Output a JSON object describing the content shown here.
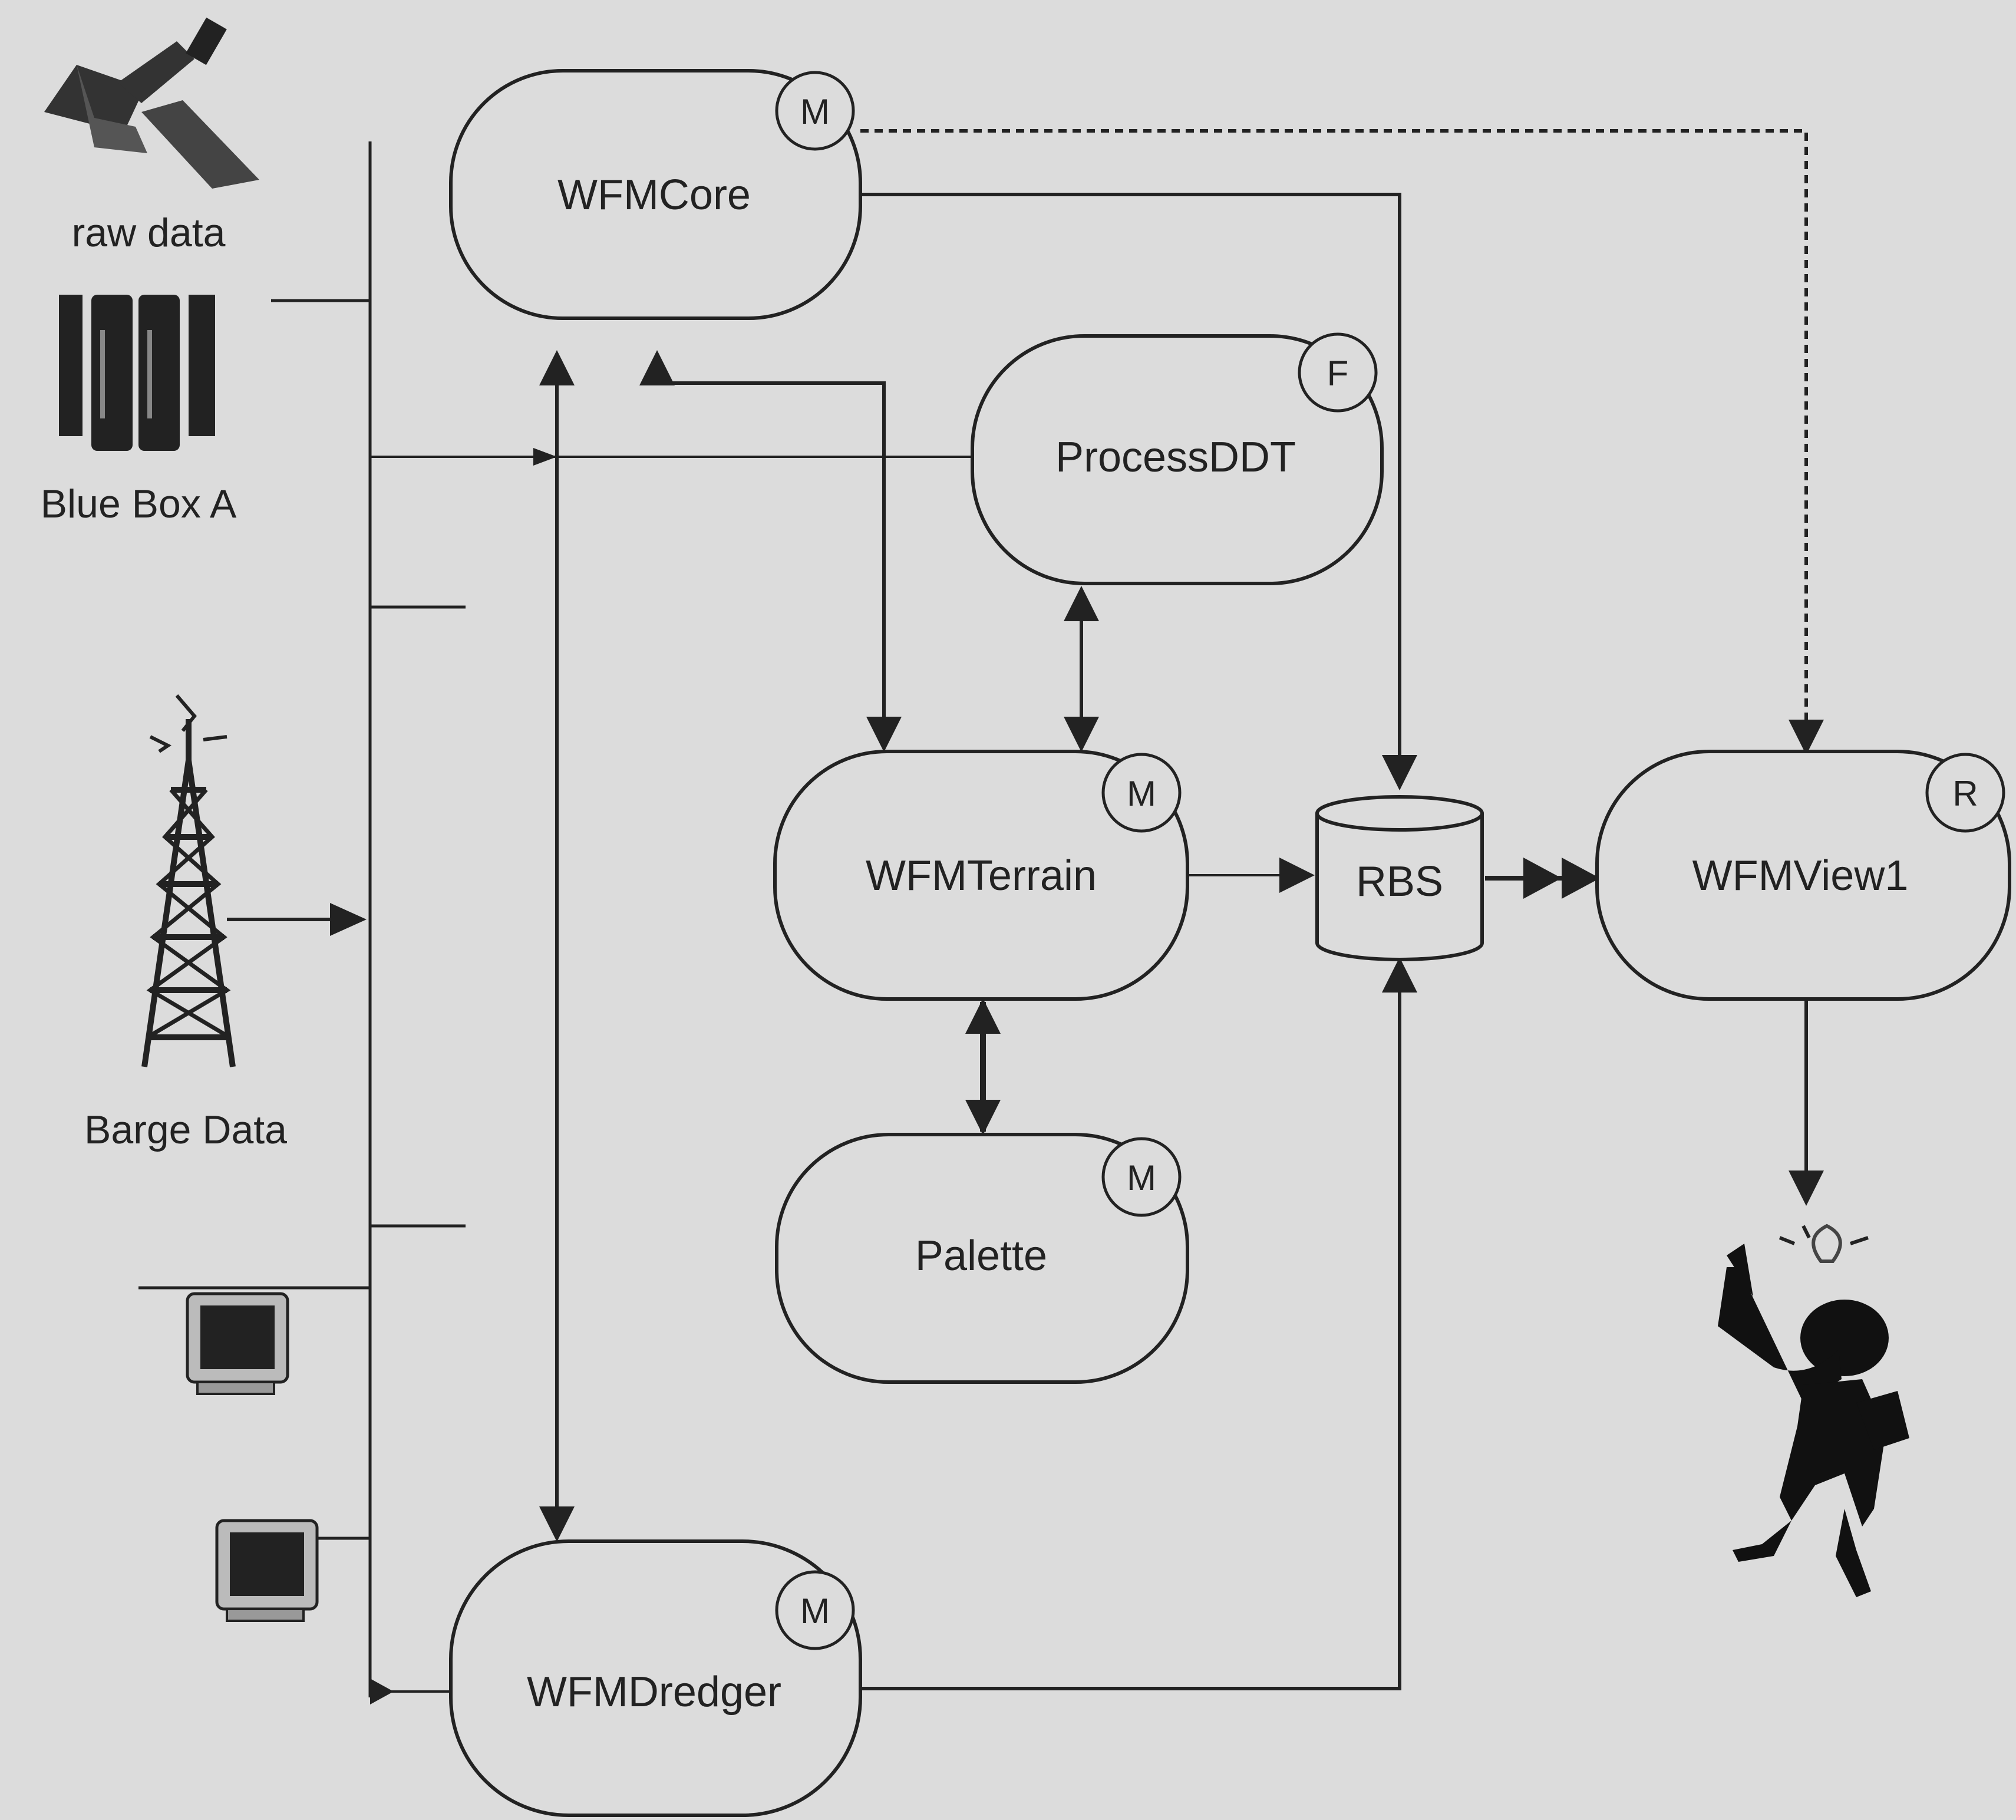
{
  "nodes": {
    "wfmcore": {
      "label": "WFMCore",
      "badge": "M"
    },
    "processddt": {
      "label": "ProcessDDT",
      "badge": "F"
    },
    "wfmterrain": {
      "label": "WFMTerrain",
      "badge": "M"
    },
    "palette": {
      "label": "Palette",
      "badge": "M"
    },
    "wfmdredger": {
      "label": "WFMDredger",
      "badge": "M"
    },
    "wfmview1": {
      "label": "WFMView1",
      "badge": "R"
    },
    "rbs": {
      "label": "RBS"
    }
  },
  "sources": {
    "raw_data": {
      "label": "raw data",
      "icon": "satellite-icon"
    },
    "blue_box_a": {
      "label": "Blue Box A",
      "icon": "server-rack-icon"
    },
    "barge_data": {
      "label": "Barge Data",
      "icon": "radio-tower-icon"
    },
    "monitor_1": {
      "icon": "monitor-icon"
    },
    "monitor_2": {
      "icon": "monitor-icon"
    }
  },
  "user": {
    "icon": "person-idea-icon"
  },
  "colors": {
    "background": "#dcdcdc",
    "stroke": "#222222",
    "node_fill": "#dcdcdc"
  }
}
